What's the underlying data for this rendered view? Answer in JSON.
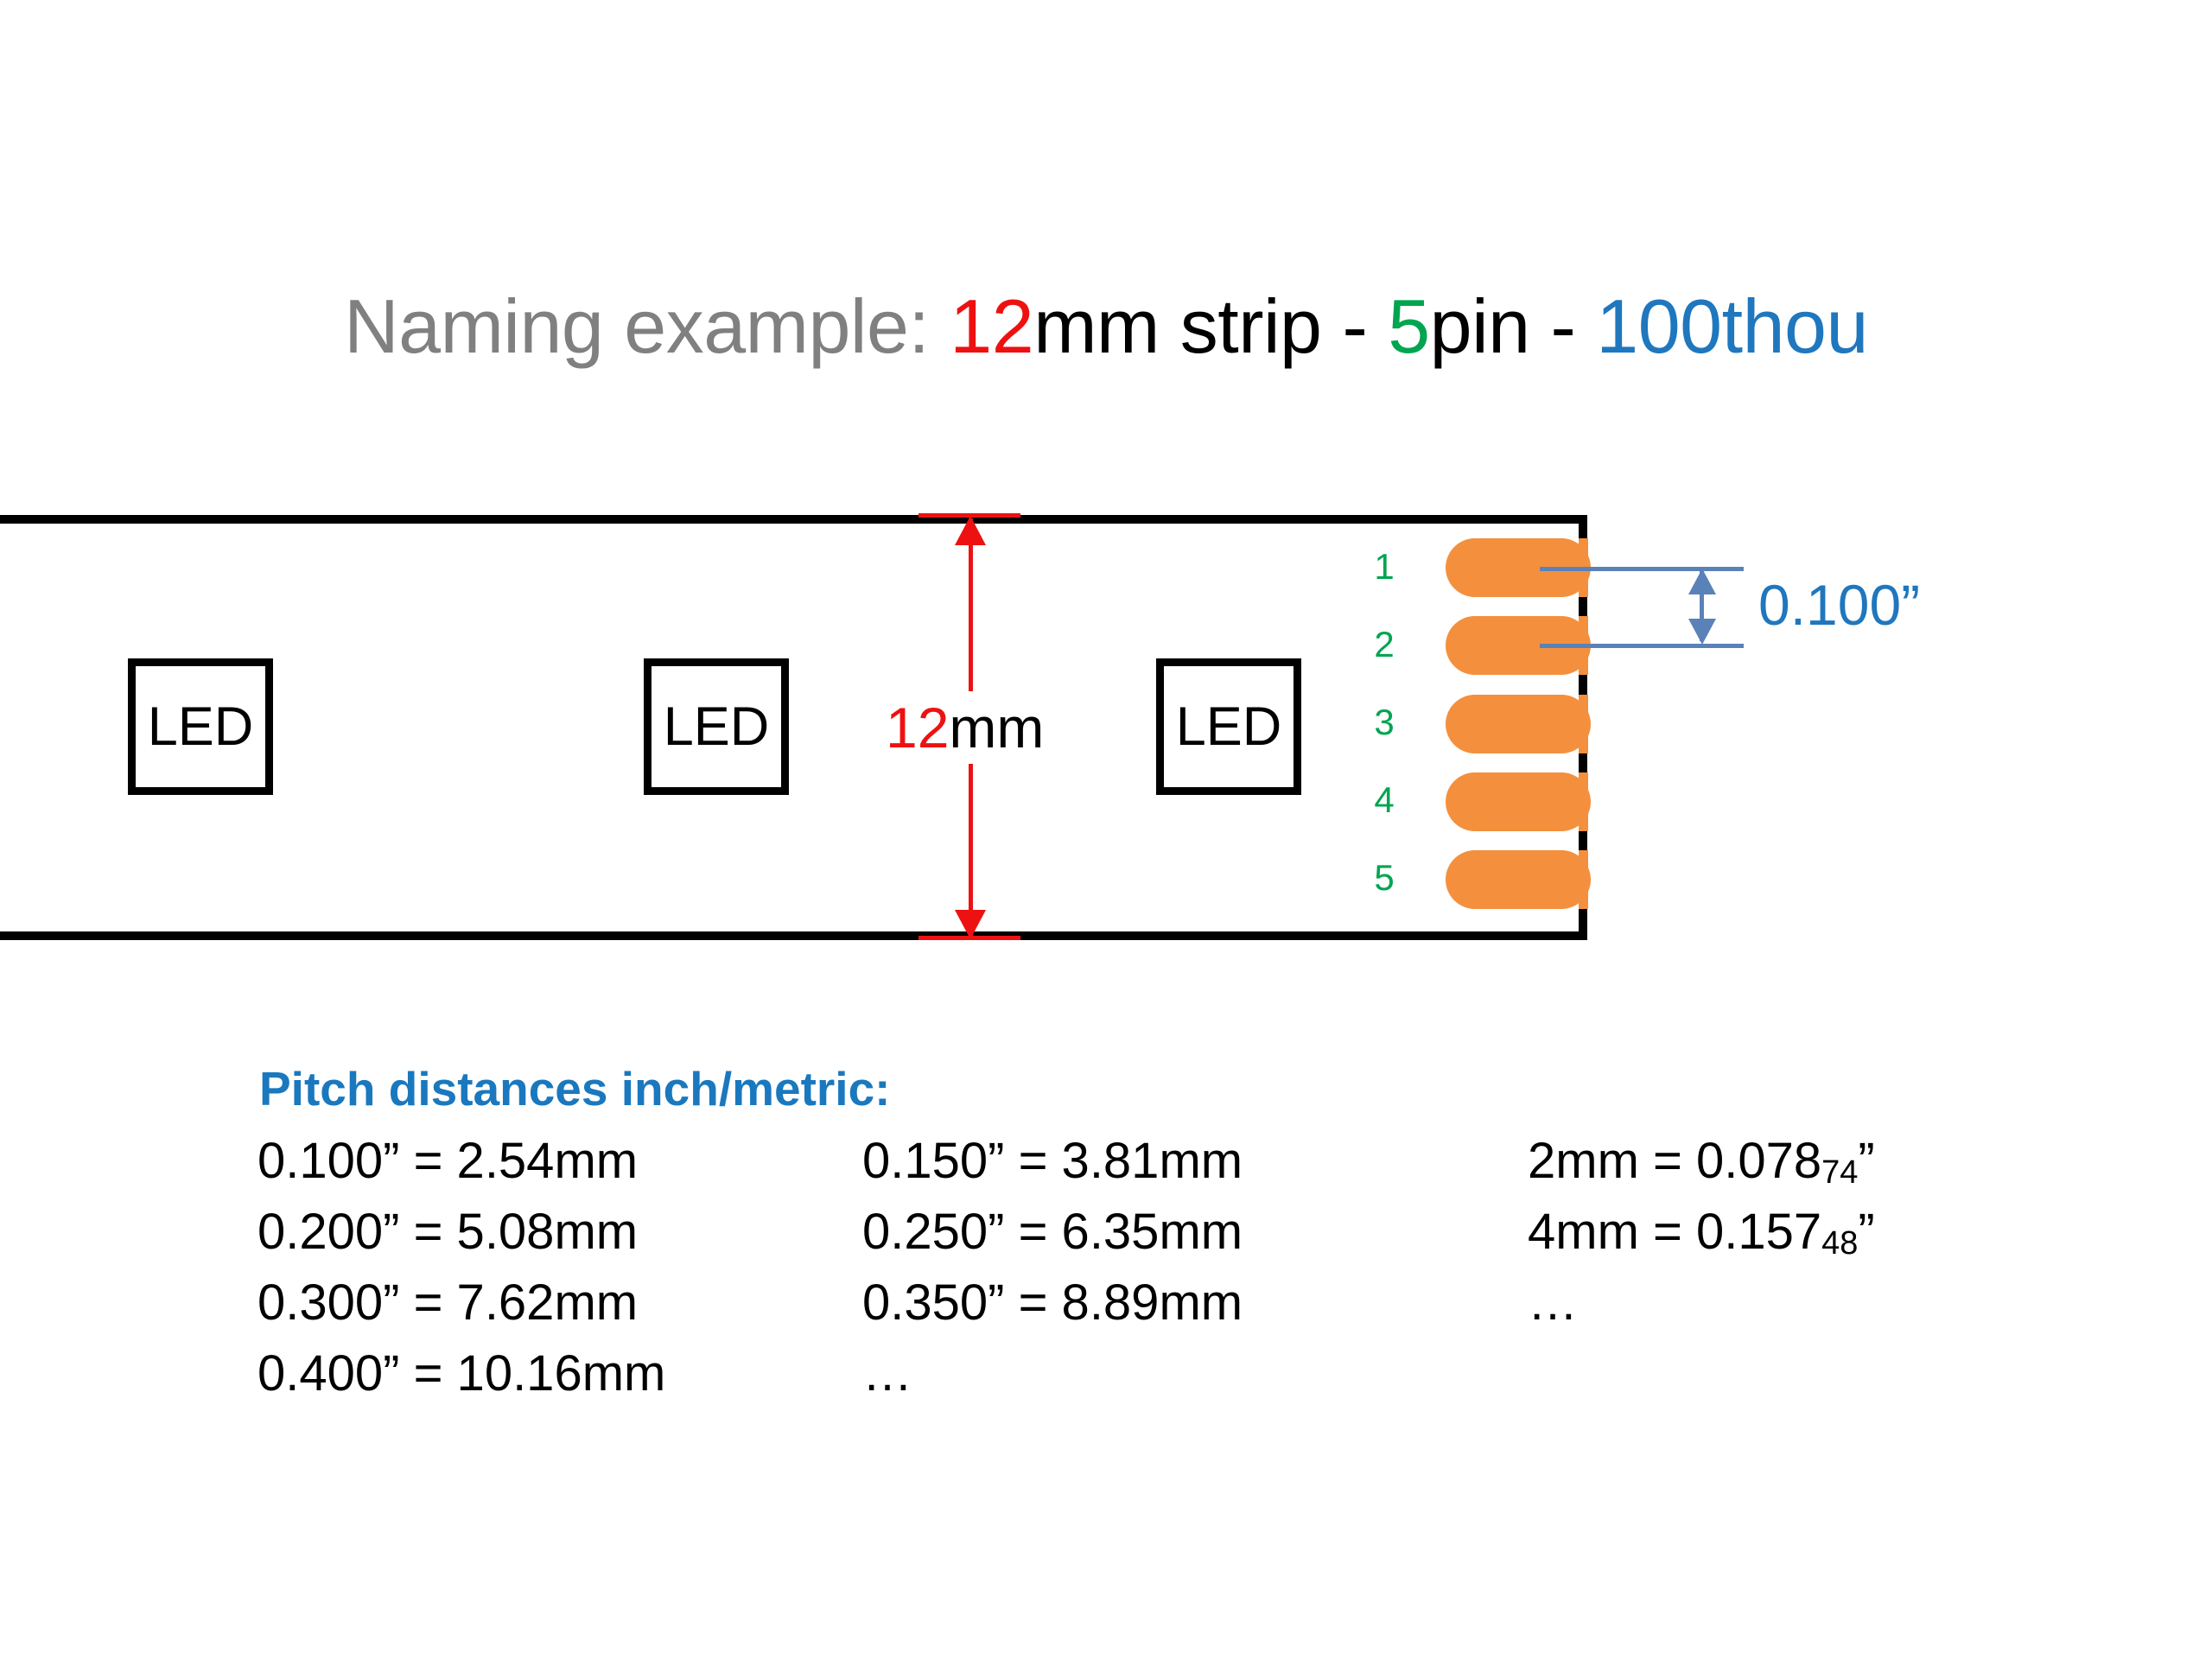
{
  "title": {
    "prefix": "Naming example: ",
    "width_value": "12",
    "width_unit": "mm strip - ",
    "pin_value": "5",
    "pin_unit": "pin - ",
    "pitch_value": "100thou"
  },
  "strip": {
    "led_labels": [
      "LED",
      "LED",
      "LED"
    ],
    "pin_numbers": [
      "1",
      "2",
      "3",
      "4",
      "5"
    ],
    "height_dim": {
      "value": "12",
      "unit": "mm"
    },
    "pitch_dim": {
      "label": "0.100”"
    }
  },
  "pitch_table": {
    "heading": "Pitch distances inch/metric:",
    "rows": [
      [
        {
          "text": "0.100” = 2.54mm"
        },
        {
          "text": "0.150” = 3.81mm"
        },
        {
          "text": "2mm = 0.078",
          "sub": "74",
          "suffix": "”"
        }
      ],
      [
        {
          "text": "0.200” = 5.08mm"
        },
        {
          "text": "0.250” = 6.35mm"
        },
        {
          "text": "4mm = 0.157",
          "sub": "48",
          "suffix": "”"
        }
      ],
      [
        {
          "text": "0.300” = 7.62mm"
        },
        {
          "text": "0.350” = 8.89mm"
        },
        {
          "text": "…"
        }
      ],
      [
        {
          "text": "0.400” = 10.16mm"
        },
        {
          "text": "…"
        },
        {
          "text": ""
        }
      ]
    ]
  },
  "colors": {
    "red": "#EE1111",
    "green": "#00A550",
    "blue": "#1F77BE",
    "gray": "#808080",
    "pad_orange": "#F4903D",
    "dimension_blue": "#5B82B8",
    "black": "#000000"
  }
}
